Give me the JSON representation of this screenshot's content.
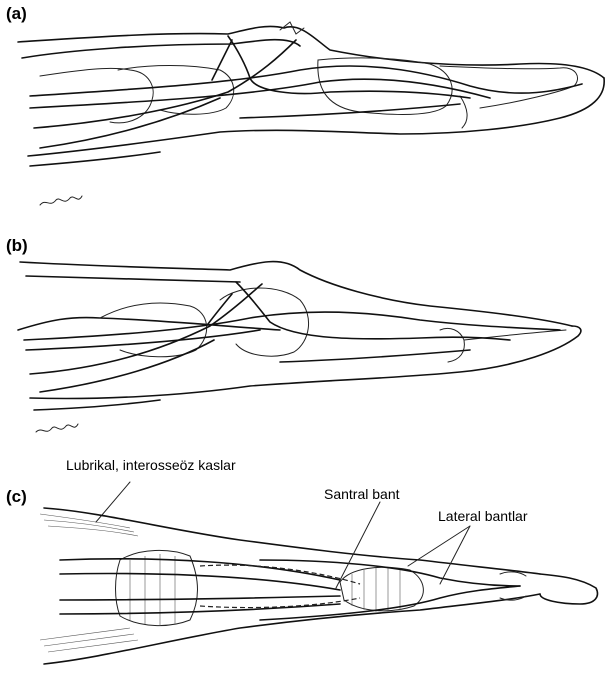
{
  "panels": {
    "a": {
      "label": "(a)"
    },
    "b": {
      "label": "(b)"
    },
    "c": {
      "label": "(c)"
    }
  },
  "annotations": {
    "lumbrical": "Lubrikal, interosseöz kaslar",
    "central_band": "Santral bant",
    "lateral_bands": "Lateral bantlar"
  }
}
